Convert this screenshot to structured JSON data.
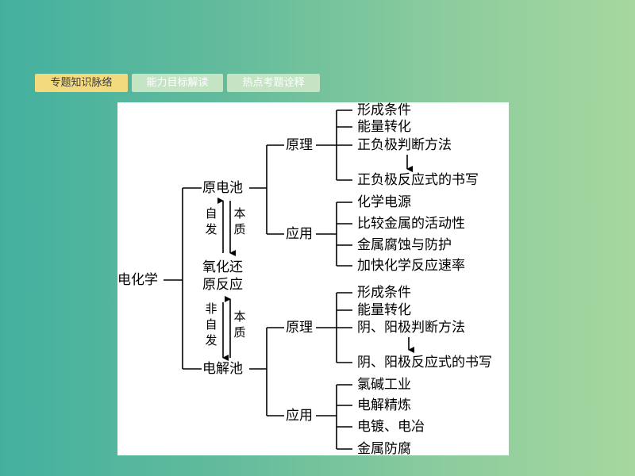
{
  "tabs": [
    {
      "label": "专题知识脉络"
    },
    {
      "label": "能力目标解读"
    },
    {
      "label": "热点考题诠释"
    }
  ],
  "diagram": {
    "root": "电化学",
    "galvanic": {
      "label": "原电池",
      "principle": {
        "label": "原理",
        "items": [
          "形成条件",
          "能量转化",
          "正负极判断方法",
          "正负极反应式的书写"
        ]
      },
      "application": {
        "label": "应用",
        "items": [
          "化学电源",
          "比较金属的活动性",
          "金属腐蚀与防护",
          "加快化学反应速率"
        ]
      }
    },
    "redox": {
      "line1": "氧化还",
      "line2": "原反应"
    },
    "upper_link": {
      "left": [
        "自",
        "发"
      ],
      "right": [
        "本",
        "质"
      ]
    },
    "lower_link": {
      "left": [
        "非",
        "自",
        "发"
      ],
      "right": [
        "本",
        "质"
      ]
    },
    "electrolytic": {
      "label": "电解池",
      "principle": {
        "label": "原理",
        "items": [
          "形成条件",
          "能量转化",
          "阴、阳极判断方法",
          "阴、阳极反应式的书写"
        ]
      },
      "application": {
        "label": "应用",
        "items": [
          "氯碱工业",
          "电解精炼",
          "电镀、电冶",
          "金属防腐"
        ]
      }
    }
  }
}
